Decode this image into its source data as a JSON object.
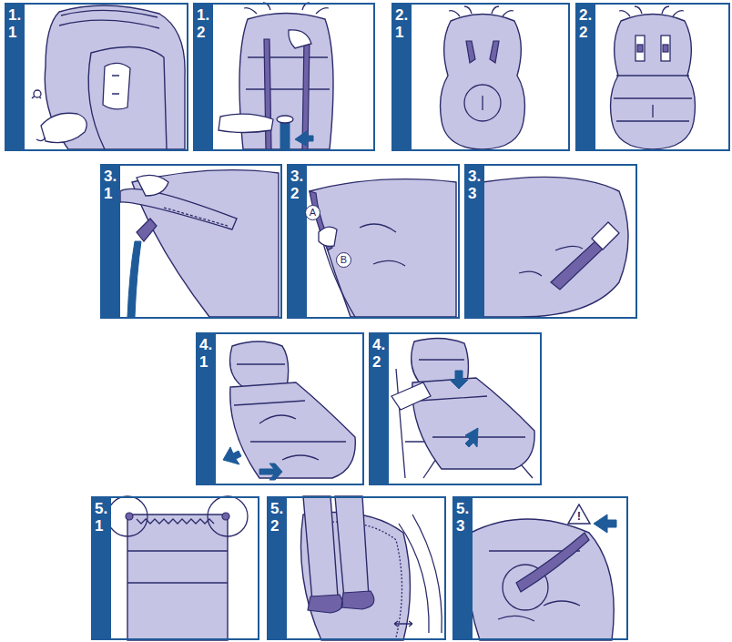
{
  "diagram": {
    "nodes": [
      {
        "text": [
          "1.",
          "1"
        ]
      },
      {
        "text": [
          "1.",
          "2"
        ]
      },
      {
        "text": [
          "2.",
          "1"
        ]
      },
      {
        "text": [
          "2.",
          "2"
        ]
      },
      {
        "text": [
          "3.",
          "1"
        ]
      },
      {
        "text": [
          "3.",
          "2"
        ]
      },
      {
        "text": [
          "A"
        ],
        "in": 5
      },
      {
        "text": [
          "B"
        ],
        "in": 5
      },
      {
        "text": [
          "3.",
          "3"
        ]
      },
      {
        "text": [
          "4.",
          "1"
        ]
      },
      {
        "text": [
          "4.",
          "2"
        ]
      },
      {
        "text": [
          "5.",
          "1"
        ]
      },
      {
        "text": [
          "5.",
          "2"
        ]
      },
      {
        "text": [
          "5.",
          "3"
        ]
      },
      {
        "text": [
          "!"
        ],
        "in": 13
      }
    ]
  }
}
